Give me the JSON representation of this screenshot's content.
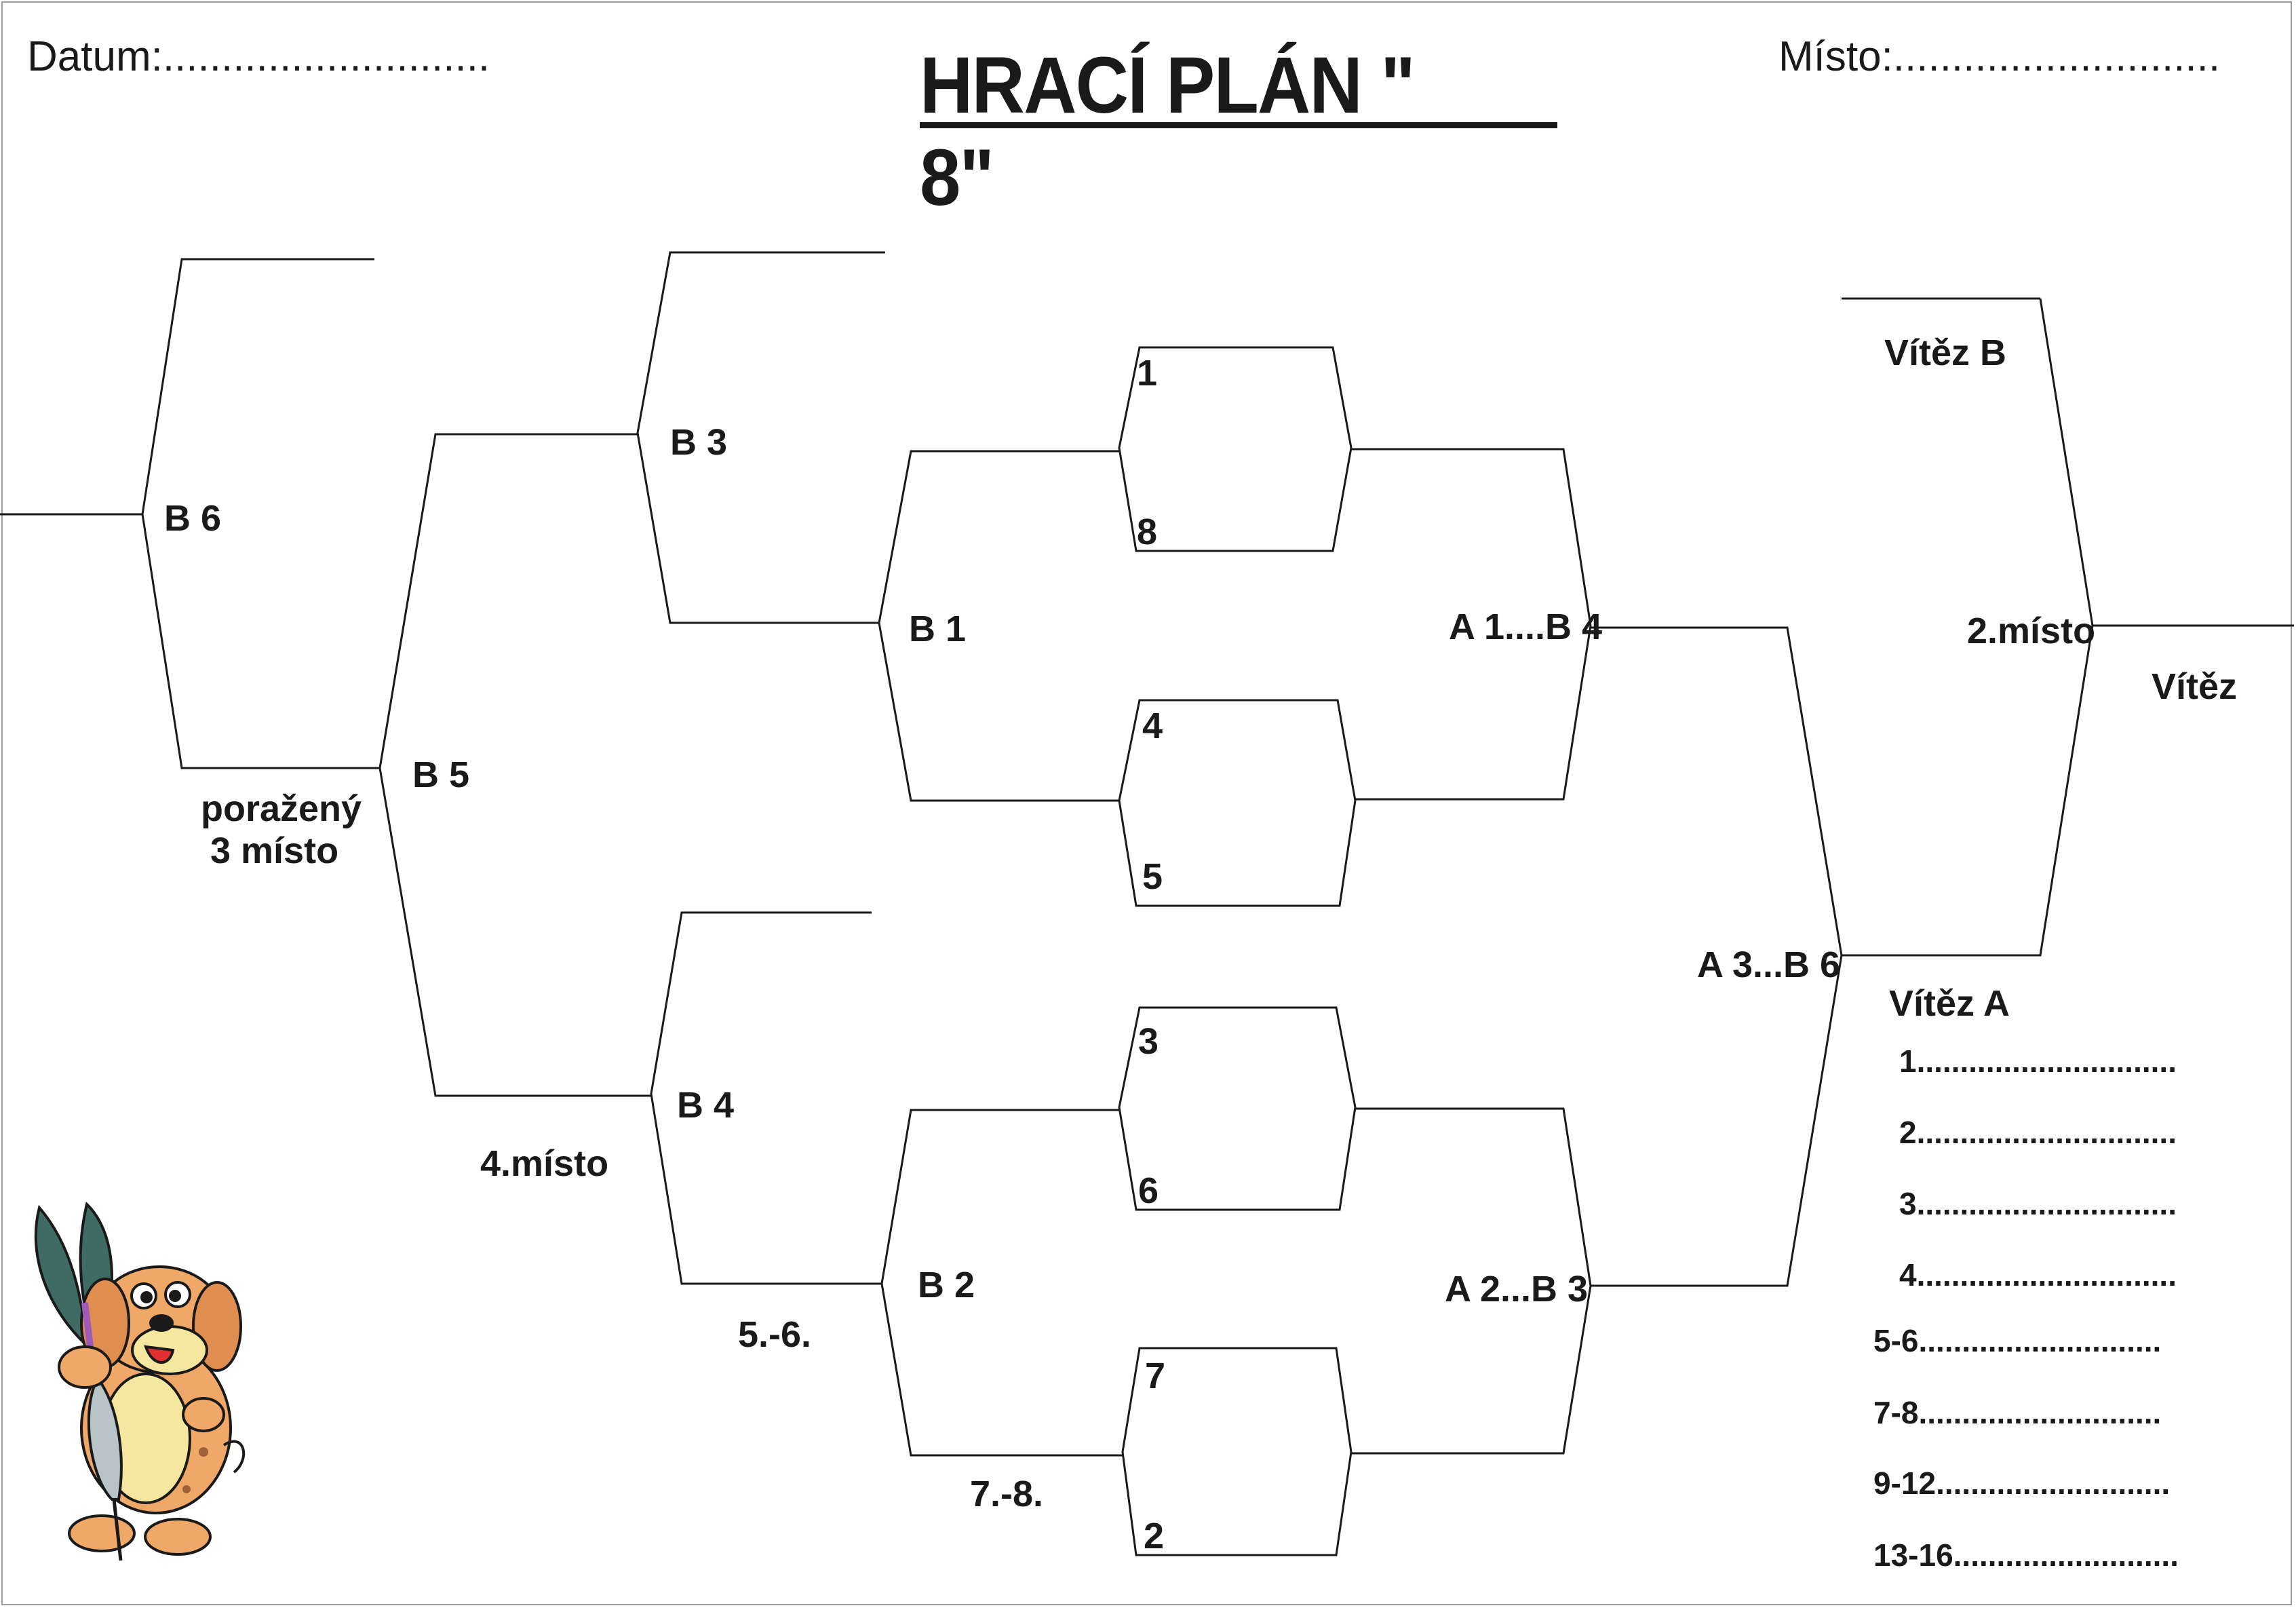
{
  "header": {
    "date_label": "Datum:............................",
    "title": "HRACÍ PLÁN \" 8\"",
    "place_label": "Místo:............................"
  },
  "bracket": {
    "seeds": [
      "1",
      "8",
      "4",
      "5",
      "3",
      "6",
      "7",
      "2"
    ],
    "matches": {
      "a1_b4": "A 1....B 4",
      "a2_b3": "A 2...B 3",
      "a3_b6": "A 3...B 6",
      "b1": "B 1",
      "b2": "B 2",
      "b3": "B 3",
      "b4": "B 4",
      "b5": "B 5",
      "b6": "B 6"
    },
    "places": {
      "loser_line1": "poražený",
      "loser_line2": "3 místo",
      "fourth": "4.místo",
      "fifth_sixth": "5.-6.",
      "seventh_eighth": "7.-8.",
      "winner_b": "Vítěz B",
      "winner_a": "Vítěz A",
      "second": "2.místo",
      "winner": "Vítěz"
    }
  },
  "results": [
    "1..............................",
    "2..............................",
    "3..............................",
    "4..............................",
    "5-6............................",
    "7-8............................",
    "9-12...........................",
    "13-16.........................."
  ],
  "colors": {
    "line": "#1a1a1a",
    "mascot_fur": "#f0a868",
    "dart_flight": "#3f6b63",
    "dart_shaft": "#a05ab8"
  },
  "mascot": {
    "icon": "dog-mascot-with-dart-icon"
  }
}
